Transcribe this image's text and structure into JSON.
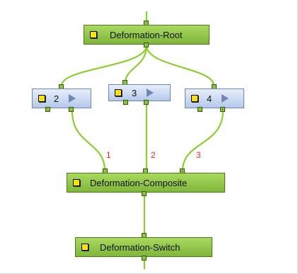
{
  "nodes": {
    "root": {
      "label": "Deformation-Root"
    },
    "d2": {
      "label": "2"
    },
    "d3": {
      "label": "3"
    },
    "d4": {
      "label": "4"
    },
    "composite": {
      "label": "Deformation-Composite"
    },
    "switch": {
      "label": "Deformation-Switch"
    }
  },
  "port_numbers": [
    "1",
    "2",
    "3"
  ],
  "colors": {
    "wire": "#8ccd2f",
    "node_green": "#8dc148",
    "node_blue": "#c7d6f0",
    "port_number": "#e8262a"
  }
}
